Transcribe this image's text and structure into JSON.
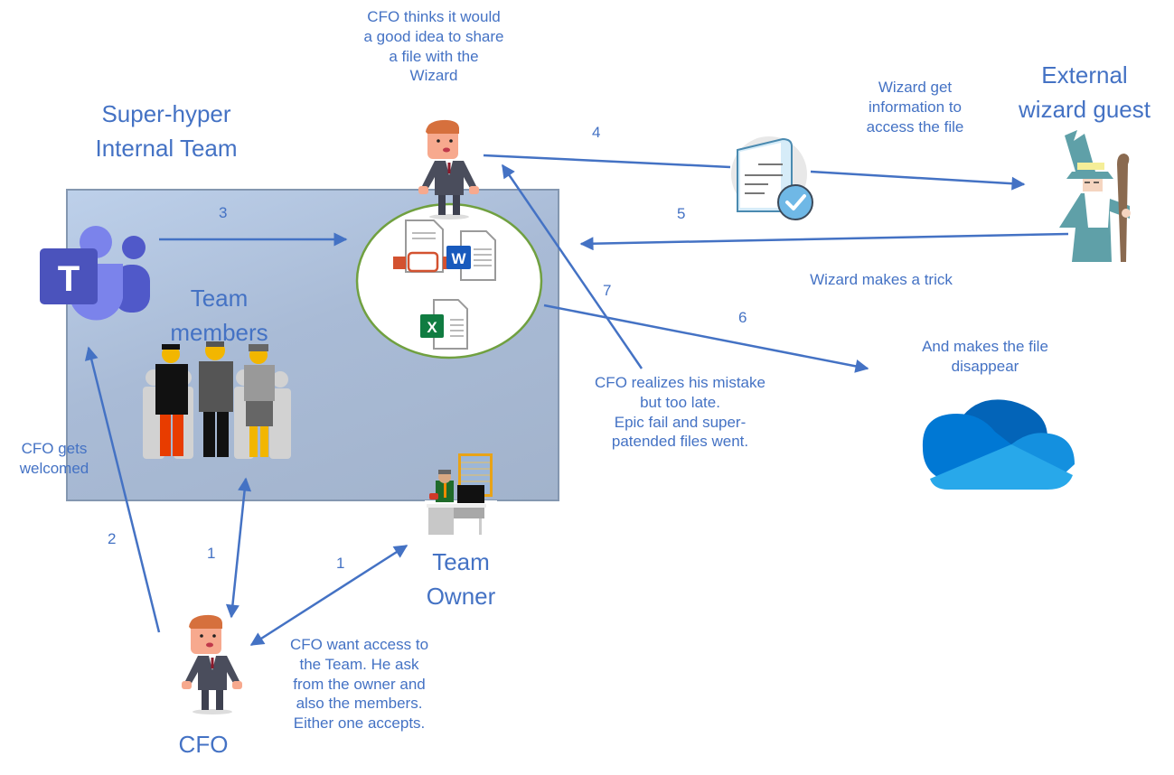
{
  "title_labels": {
    "team": "Super-hyper\nInternal Team",
    "external": "External\nwizard guest",
    "team_members": "Team\nmembers",
    "team_owner": "Team\nOwner",
    "cfo": "CFO"
  },
  "notes": {
    "cfo_share": "CFO thinks it would\na good idea to share\na file with the\nWizard",
    "wizard_info": "Wizard get\ninformation to\naccess the file",
    "wizard_trick": "Wizard makes a trick",
    "file_disappear": "And makes the file\ndisappear",
    "cfo_realizes": "CFO realizes his mistake\nbut too late.\nEpic fail and super-\npatended files went.",
    "cfo_welcomed": "CFO gets\nwelcomed",
    "cfo_request": "CFO want access to\nthe Team. He ask\nfrom the owner and\nalso the members.\nEither one accepts."
  },
  "steps": {
    "s1a": "1",
    "s1b": "1",
    "s2": "2",
    "s3": "3",
    "s4": "4",
    "s5": "5",
    "s6": "6",
    "s7": "7"
  },
  "files": {
    "word_letter": "W",
    "excel_letter": "X",
    "teams_letter": "T"
  },
  "colors": {
    "text": "#4472c4",
    "arrow": "#4472c4",
    "team_box": "#a9bbd6",
    "file_circle_border": "#70a040",
    "teams_purple": "#5059c9",
    "word_blue": "#185abd",
    "excel_green": "#107c41",
    "ppt_orange": "#d35230",
    "onedrive_blue": "#0364b8"
  },
  "icons": [
    "teams-logo-icon",
    "cfo-character-icon",
    "wizard-icon",
    "document-check-icon",
    "onedrive-cloud-icon",
    "team-members-icon",
    "team-owner-desk-icon",
    "powerpoint-file-icon",
    "word-file-icon",
    "excel-file-icon"
  ]
}
